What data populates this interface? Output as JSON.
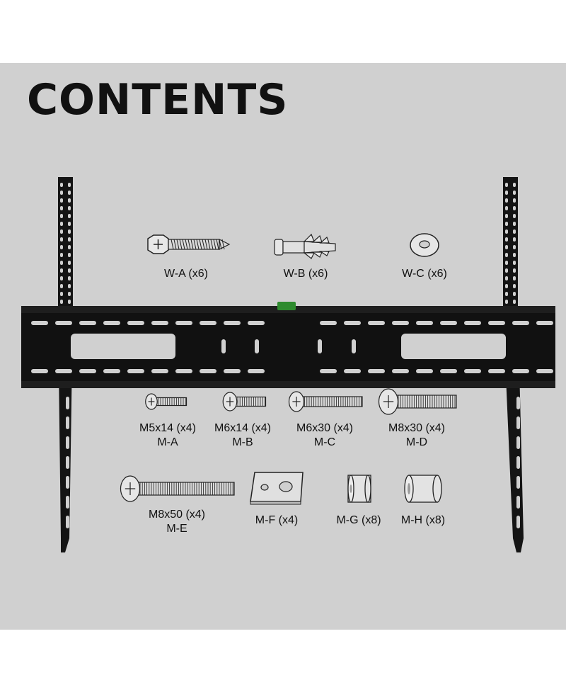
{
  "title": "CONTENTS",
  "parts": [
    {
      "name": "W-A (x6)",
      "icon": "lag-screw-icon"
    },
    {
      "name": "W-B (x6)",
      "icon": "wall-anchor-icon"
    },
    {
      "name": "W-C (x6)",
      "icon": "washer-icon"
    },
    {
      "name": "M5x14 (x4)",
      "code": "M-A",
      "icon": "screw-icon"
    },
    {
      "name": "M6x14 (x4)",
      "code": "M-B",
      "icon": "screw-icon"
    },
    {
      "name": "M6x30 (x4)",
      "code": "M-C",
      "icon": "screw-icon"
    },
    {
      "name": "M8x30 (x4)",
      "code": "M-D",
      "icon": "screw-icon"
    },
    {
      "name": "M8x50 (x4)",
      "code": "M-E",
      "icon": "screw-icon"
    },
    {
      "name": "M-F (x4)",
      "icon": "washer-plate-icon"
    },
    {
      "name": "M-G (x8)",
      "icon": "spacer-icon"
    },
    {
      "name": "M-H (x8)",
      "icon": "spacer-icon"
    }
  ],
  "colors": {
    "background": "#d0d0d0",
    "bracket": "#111111",
    "level_bubble": "#2e8b2e"
  }
}
